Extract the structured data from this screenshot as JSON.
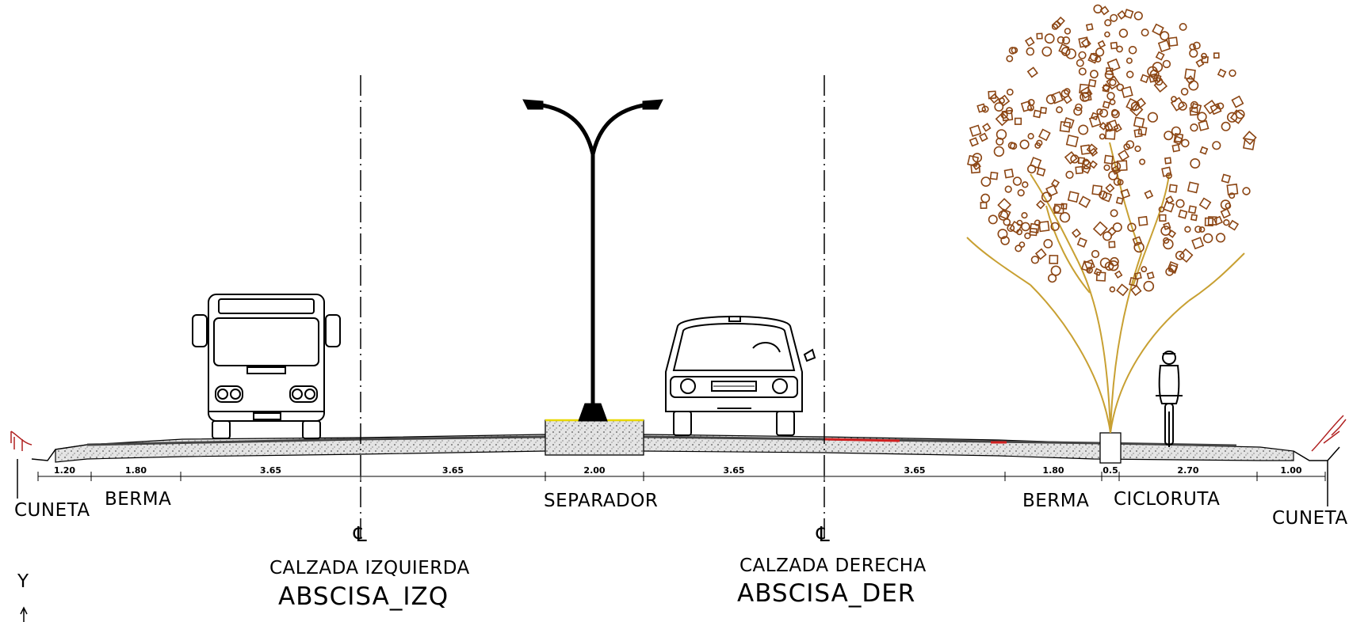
{
  "labels": {
    "cuneta_left": "CUNETA",
    "berma_left": "BERMA",
    "separador": "SEPARADOR",
    "berma_right": "BERMA",
    "cicloruta": "CICLORUTA",
    "cuneta_right": "CUNETA",
    "calzada_izquierda": "CALZADA IZQUIERDA",
    "abscisa_izq": "ABSCISA_IZQ",
    "calzada_derecha": "CALZADA DERECHA",
    "abscisa_der": "ABSCISA_DER",
    "centerline_symbol": "℄",
    "axis_y": "Y"
  },
  "dimensions": [
    "1.20",
    "1.80",
    "3.65",
    "3.65",
    "2.00",
    "3.65",
    "3.65",
    "1.80",
    "0.5",
    "2.70",
    "1.00"
  ],
  "colors": {
    "line": "#000000",
    "tree": "#8b4513",
    "branch": "#c8a032",
    "separator_top": "#e8d800",
    "lane_mark": "#d02020",
    "cut_slope": "#b02020",
    "pavement_fill": "#d9d9d9"
  },
  "icons": [
    "bus-icon",
    "car-icon",
    "street-lamp-icon",
    "tree-icon",
    "cyclist-icon",
    "axis-icon"
  ]
}
